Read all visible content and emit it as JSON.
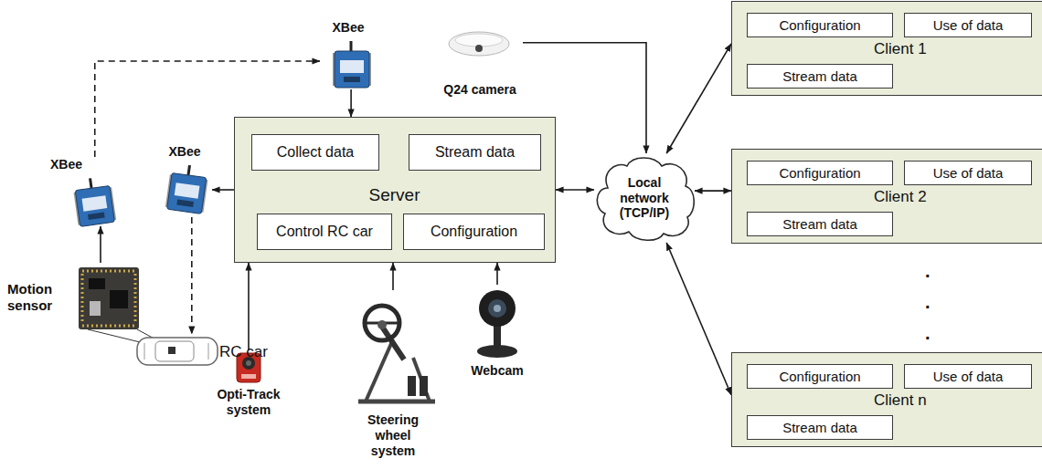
{
  "diagram": {
    "nodes": [
      {
        "text": [
          "XBee"
        ]
      },
      {
        "text": [
          "Q24 camera"
        ]
      },
      {
        "text": [
          "Server"
        ]
      },
      {
        "text": [
          "Collect data"
        ],
        "in": 2
      },
      {
        "text": [
          "Stream data"
        ],
        "in": 2
      },
      {
        "text": [
          "Control RC car"
        ],
        "in": 2
      },
      {
        "text": [
          "Configuration"
        ],
        "in": 2
      },
      {
        "text": [
          "Client 1"
        ]
      },
      {
        "text": [
          "Configuration"
        ],
        "in": 7
      },
      {
        "text": [
          "Use of data"
        ],
        "in": 7
      },
      {
        "text": [
          "Stream data"
        ],
        "in": 7
      },
      {
        "text": [
          "XBee"
        ]
      },
      {
        "text": [
          "XBee"
        ]
      },
      {
        "text": [
          "Local network (TCP/IP)"
        ]
      },
      {
        "text": [
          "Client 2"
        ]
      },
      {
        "text": [
          "Configuration"
        ],
        "in": 14
      },
      {
        "text": [
          "Use of data"
        ],
        "in": 14
      },
      {
        "text": [
          "Stream data"
        ],
        "in": 14
      },
      {
        "text": [
          "Motion sensor"
        ]
      },
      {
        "text": [
          "RC car"
        ]
      },
      {
        "text": [
          "Opti-Track system"
        ]
      },
      {
        "text": [
          "Steering wheel system"
        ]
      },
      {
        "text": [
          "Webcam"
        ]
      },
      {
        "text": [
          "Client n"
        ]
      },
      {
        "text": [
          "Configuration"
        ],
        "in": 23
      },
      {
        "text": [
          "Use of data"
        ],
        "in": 23
      },
      {
        "text": [
          "Stream data"
        ],
        "in": 23
      }
    ],
    "edges": [
      {
        "from": 11,
        "to": 0,
        "arrow": "to"
      },
      {
        "from": 0,
        "to": 2,
        "arrow": "to"
      },
      {
        "from": 2,
        "to": 12,
        "arrow": "to"
      },
      {
        "from": 12,
        "to": 19,
        "arrow": "to"
      },
      {
        "from": 18,
        "to": 11,
        "arrow": "to"
      },
      {
        "from": 20,
        "to": 2,
        "arrow": "to"
      },
      {
        "from": 21,
        "to": 2,
        "arrow": "to"
      },
      {
        "from": 22,
        "to": 2,
        "arrow": "to"
      },
      {
        "from": 1,
        "to": 13,
        "arrow": "to"
      },
      {
        "from": 2,
        "to": 13,
        "arrow": "both"
      },
      {
        "from": 13,
        "to": 7,
        "arrow": "both"
      },
      {
        "from": 13,
        "to": 14,
        "arrow": "both"
      },
      {
        "from": 13,
        "to": 23,
        "arrow": "both"
      }
    ],
    "labels": [
      ".",
      ".",
      "."
    ]
  }
}
